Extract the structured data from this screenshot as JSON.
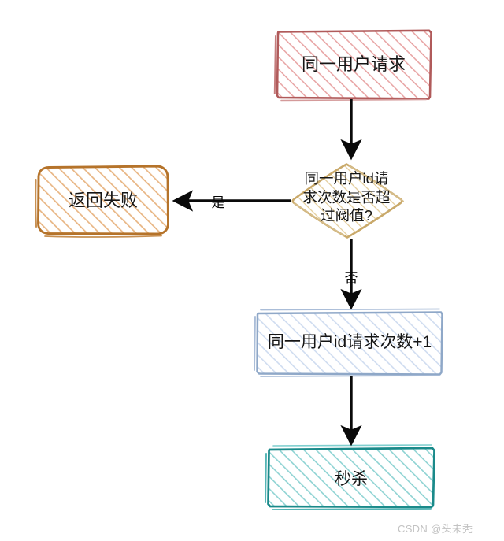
{
  "diagram": {
    "title": "",
    "background_color": "#ffffff",
    "style": "hand-drawn sketch flowchart",
    "nodes": [
      {
        "id": "start",
        "label": "同一用户请求",
        "shape": "rectangle",
        "stroke_color": "#b05a5a",
        "fill_color": "#e8a5a5"
      },
      {
        "id": "decision",
        "label": "同一用户id请\n求次数是否超\n过阀值?",
        "shape": "diamond",
        "stroke_color": "#c9a96a",
        "fill_color": "#e3cc9a"
      },
      {
        "id": "fail",
        "label": "返回失败",
        "shape": "rounded-rectangle",
        "stroke_color": "#b5732a",
        "fill_color": "#e8b583"
      },
      {
        "id": "increment",
        "label": "同一用户id请求次数+1",
        "shape": "rectangle",
        "stroke_color": "#8fa8c8",
        "fill_color": "#c8d8ee"
      },
      {
        "id": "seckill",
        "label": "秒杀",
        "shape": "rectangle",
        "stroke_color": "#1a8a8a",
        "fill_color": "#7fcfcf"
      }
    ],
    "edges": [
      {
        "id": "start-to-decision",
        "from": "start",
        "to": "decision",
        "label": "",
        "color": "#0a0a0a"
      },
      {
        "id": "decision-to-fail",
        "from": "decision",
        "to": "fail",
        "label": "是",
        "color": "#0a0a0a"
      },
      {
        "id": "decision-to-increment",
        "from": "decision",
        "to": "increment",
        "label": "否",
        "color": "#0a0a0a"
      },
      {
        "id": "increment-to-seckill",
        "from": "increment",
        "to": "seckill",
        "label": "",
        "color": "#0a0a0a"
      }
    ]
  },
  "watermark": {
    "text": "CSDN @头未秃",
    "color": "#c2c2c2"
  }
}
